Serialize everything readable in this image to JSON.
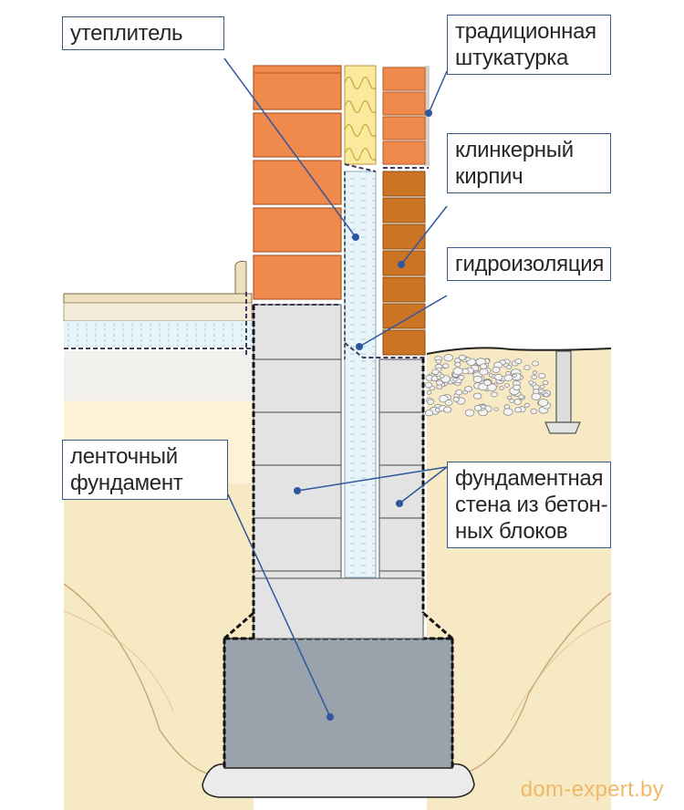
{
  "labels": {
    "insulation": [
      "утеплитель"
    ],
    "plaster": [
      "традиционная",
      "штукатурка"
    ],
    "clinker": [
      "клинкерный",
      "кирпич"
    ],
    "waterproofing": [
      "гидроизоляция"
    ],
    "strip_foundation": [
      "ленточный",
      "фундамент"
    ],
    "block_wall": [
      "фундаментная",
      "стена из бетон-",
      "ных блоков"
    ]
  },
  "watermark": "dom-expert.by",
  "colors": {
    "brick": "#f0894c",
    "clinker": "#cc7424",
    "concrete_block": "#e3e3e3",
    "foundation": "#9aa3ac",
    "mineral_wool": "#fbea9e",
    "insulation_board": "#e7f4fa",
    "soil": "#f7e9c4",
    "leader": "#2f579d",
    "label_border": "#3c5a86"
  }
}
